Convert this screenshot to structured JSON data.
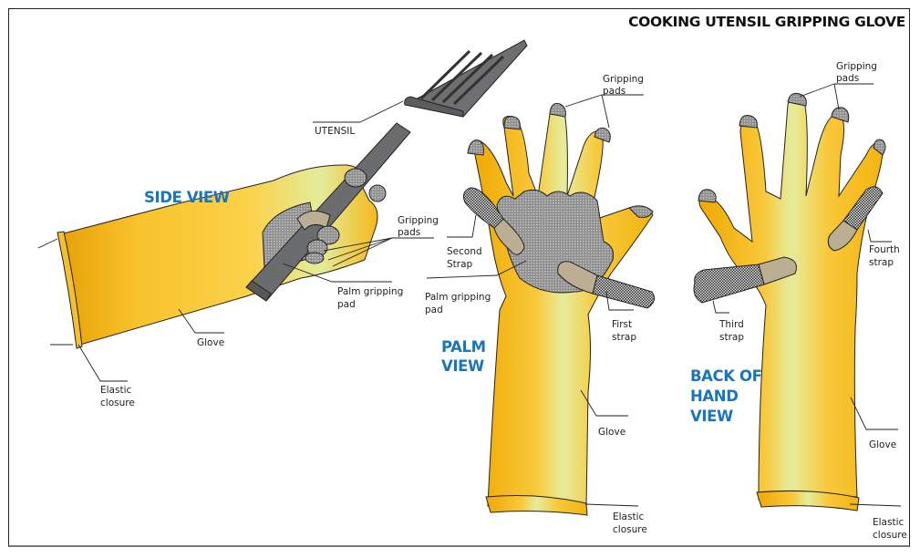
{
  "title": "COOKING UTENSIL GRIPPING GLOVE",
  "colors": {
    "glove_yellow": "#f6b91a",
    "glove_highlight": "#e4ec9a",
    "pad_grey": "#8c8c8c",
    "utensil_grey": "#6b6c6e",
    "strap_tan": "#bcae92",
    "view_label_blue": "#1b75bb"
  },
  "views": {
    "side": {
      "heading": "SIDE VIEW",
      "labels": {
        "utensil": "UTENSIL",
        "gripping_pads_1": "Gripping",
        "gripping_pads_2": "pads",
        "palm_pad_1": "Palm gripping",
        "palm_pad_2": "pad",
        "glove": "Glove",
        "elastic_1": "Elastic",
        "elastic_2": "closure"
      }
    },
    "palm": {
      "heading_1": "PALM",
      "heading_2": "VIEW",
      "labels": {
        "gripping_pads_1": "Gripping",
        "gripping_pads_2": "pads",
        "second_strap_1": "Second",
        "second_strap_2": "Strap",
        "palm_pad_1": "Palm gripping",
        "palm_pad_2": "pad",
        "first_strap_1": "First",
        "first_strap_2": "strap",
        "glove": "Glove",
        "elastic_1": "Elastic",
        "elastic_2": "closure"
      }
    },
    "back": {
      "heading_1": "BACK OF",
      "heading_2": "HAND",
      "heading_3": "VIEW",
      "labels": {
        "gripping_pads_1": "Gripping",
        "gripping_pads_2": "pads",
        "fourth_strap_1": "Fourth",
        "fourth_strap_2": "strap",
        "third_strap_1": "Third",
        "third_strap_2": "strap",
        "glove": "Glove",
        "elastic_1": "Elastic",
        "elastic_2": "closure"
      }
    }
  }
}
